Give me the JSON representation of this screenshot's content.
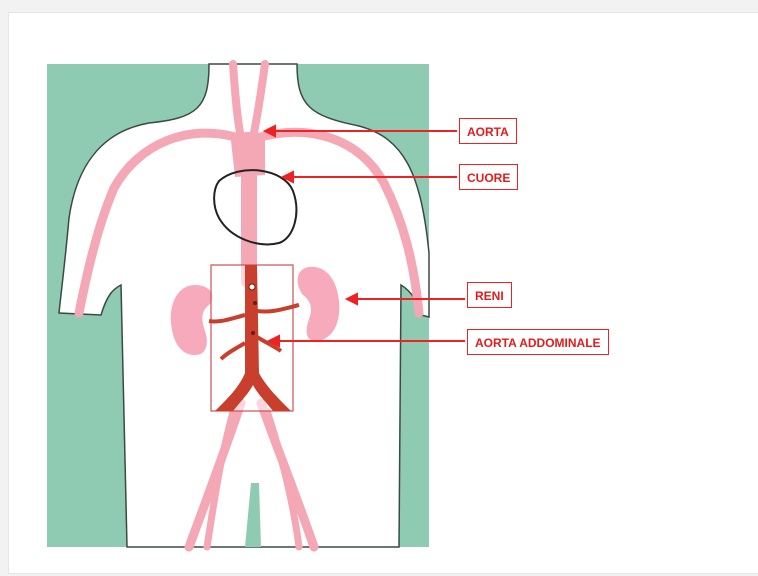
{
  "diagram": {
    "labels": {
      "aorta": "AORTA",
      "cuore": "CUORE",
      "reni": "RENI",
      "aorta_addominale": "AORTA ADDOMINALE"
    }
  },
  "colors": {
    "background": "#8fcbb2",
    "body": "#ffffff",
    "vessel": "#f4a7b5",
    "kidney": "#f6aabb",
    "aorta_artery": "#c8402d",
    "label": "#e31b1b"
  }
}
